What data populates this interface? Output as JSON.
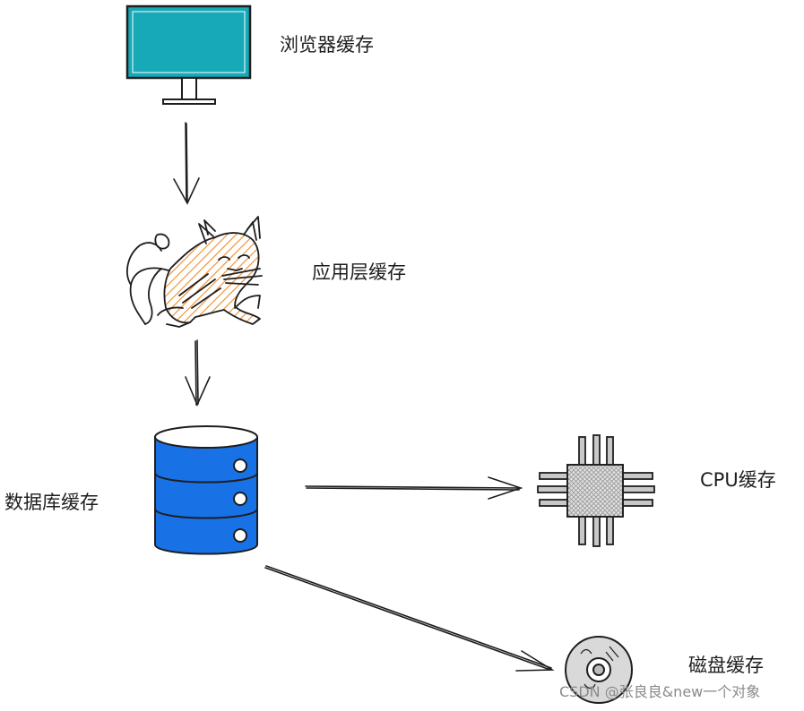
{
  "nodes": {
    "browser": {
      "label": "浏览器缓存",
      "icon": "monitor-icon"
    },
    "app": {
      "label": "应用层缓存",
      "icon": "tomcat-cat-icon"
    },
    "database": {
      "label": "数据库缓存",
      "icon": "database-icon"
    },
    "cpu": {
      "label": "CPU缓存",
      "icon": "cpu-chip-icon"
    },
    "disk": {
      "label": "磁盘缓存",
      "icon": "disk-icon"
    }
  },
  "edges": [
    {
      "from": "browser",
      "to": "app"
    },
    {
      "from": "app",
      "to": "database"
    },
    {
      "from": "database",
      "to": "cpu"
    },
    {
      "from": "database",
      "to": "disk"
    }
  ],
  "colors": {
    "monitor_screen": "#17a9b8",
    "database": "#1971e6",
    "cat_hatch": "#f08c28",
    "stroke": "#1e1e1e"
  },
  "watermark": "CSDN @张良良&new一个对象"
}
